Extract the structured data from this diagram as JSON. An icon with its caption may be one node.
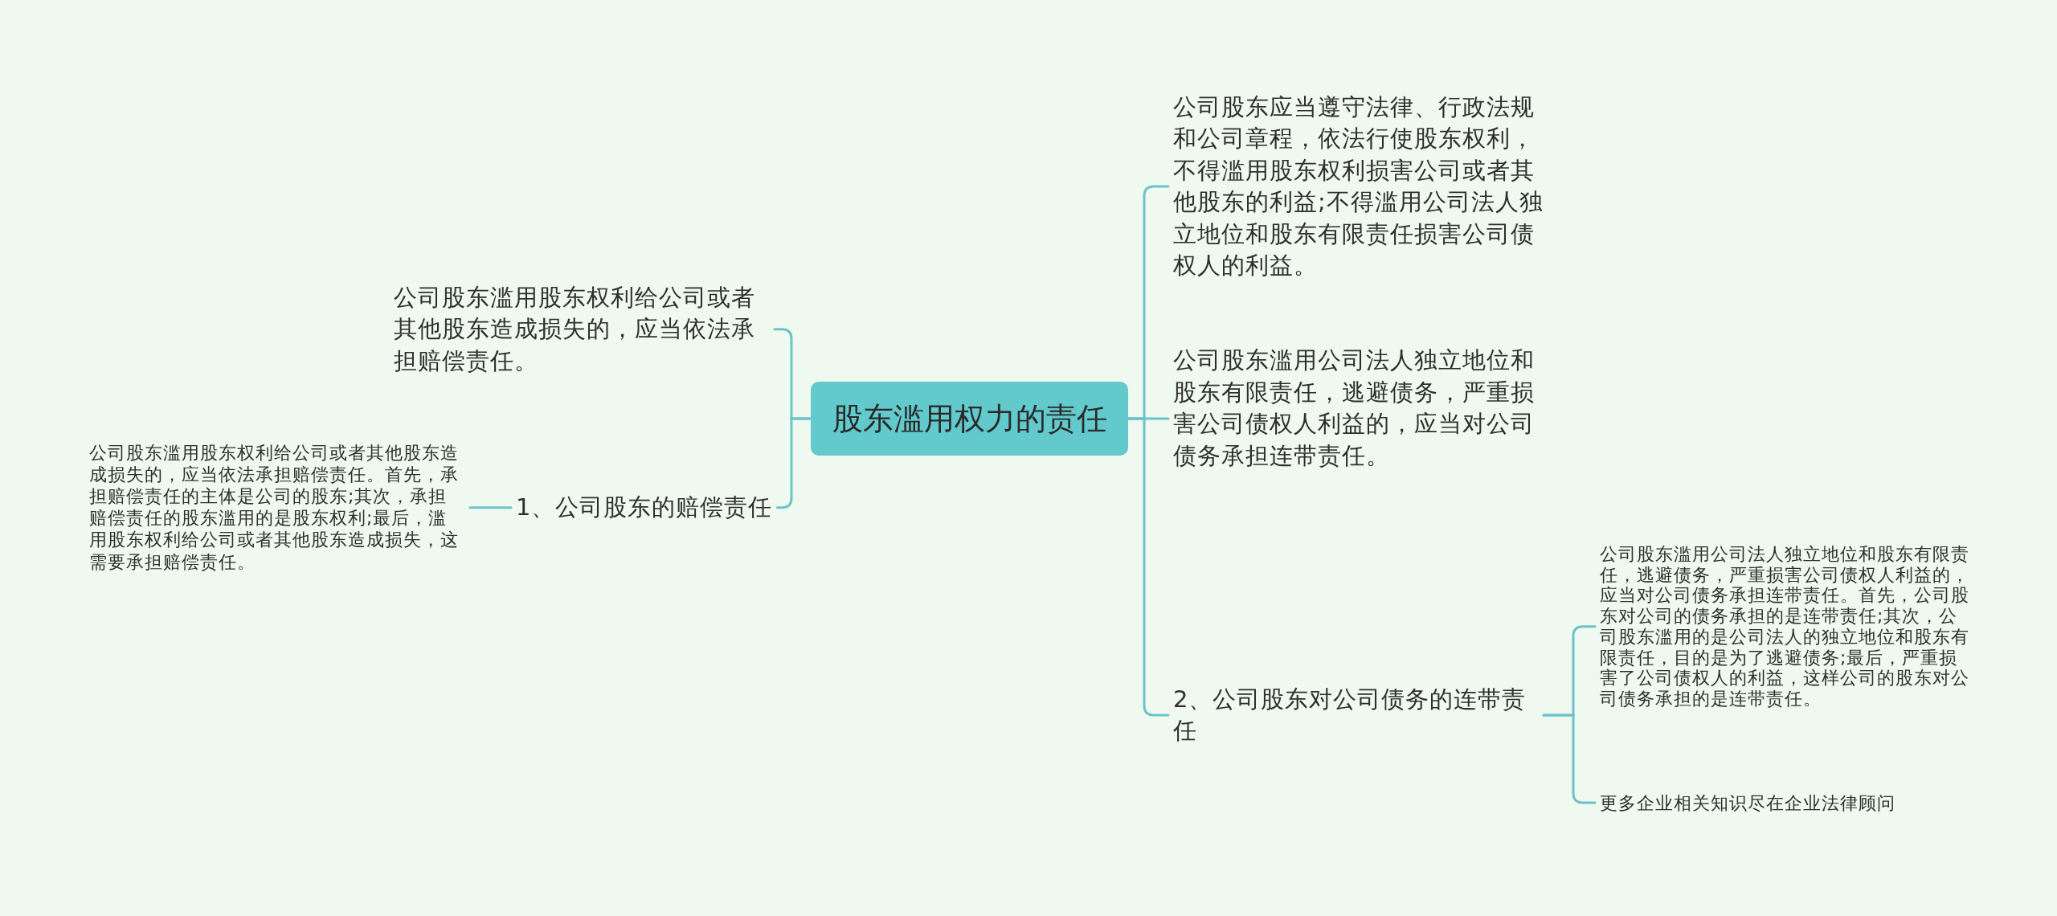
{
  "diagram": {
    "nodes": [
      {
        "text": [
          "股东滥用权力的责任"
        ]
      },
      {
        "text": [
          "公司股东滥用股东权利给公司或者其他股东造成损失的，应当依法承担赔偿责任。"
        ]
      },
      {
        "text": [
          "1、公司股东的赔偿责任"
        ]
      },
      {
        "text": [
          "公司股东滥用股东权利给公司或者其他股东造成损失的，应当依法承担赔偿责任。首先，承担赔偿责任的主体是公司的股东;其次，承担赔偿责任的股东滥用的是股东权利;最后，滥用股东权利给公司或者其他股东造成损失，这需要承担赔偿责任。"
        ]
      },
      {
        "text": [
          "公司股东应当遵守法律、行政法规和公司章程，依法行使股东权利，不得滥用股东权利损害公司或者其他股东的利益;不得滥用公司法人独立地位和股东有限责任损害公司债权人的利益。"
        ]
      },
      {
        "text": [
          "公司股东滥用公司法人独立地位和股东有限责任，逃避债务，严重损害公司债权人利益的，应当对公司债务承担连带责任。"
        ]
      },
      {
        "text": [
          "2、公司股东对公司债务的连带责任"
        ]
      },
      {
        "text": [
          "公司股东滥用公司法人独立地位和股东有限责任，逃避债务，严重损害公司债权人利益的，应当对公司债务承担连带责任。首先，公司股东对公司的债务承担的是连带责任;其次，公司股东滥用的是公司法人的独立地位和股东有限责任，目的是为了逃避债务;最后，严重损害了公司债权人的利益，这样公司的股东对公司债务承担的是连带责任。"
        ]
      },
      {
        "text": [
          "更多企业相关知识尽在企业法律顾问"
        ]
      }
    ],
    "edges": [
      {
        "from": 0,
        "to": 1,
        "arrow": "none"
      },
      {
        "from": 0,
        "to": 2,
        "arrow": "none"
      },
      {
        "from": 2,
        "to": 3,
        "arrow": "none"
      },
      {
        "from": 0,
        "to": 4,
        "arrow": "none"
      },
      {
        "from": 0,
        "to": 5,
        "arrow": "none"
      },
      {
        "from": 0,
        "to": 6,
        "arrow": "none"
      },
      {
        "from": 6,
        "to": 7,
        "arrow": "none"
      },
      {
        "from": 6,
        "to": 8,
        "arrow": "none"
      }
    ]
  }
}
